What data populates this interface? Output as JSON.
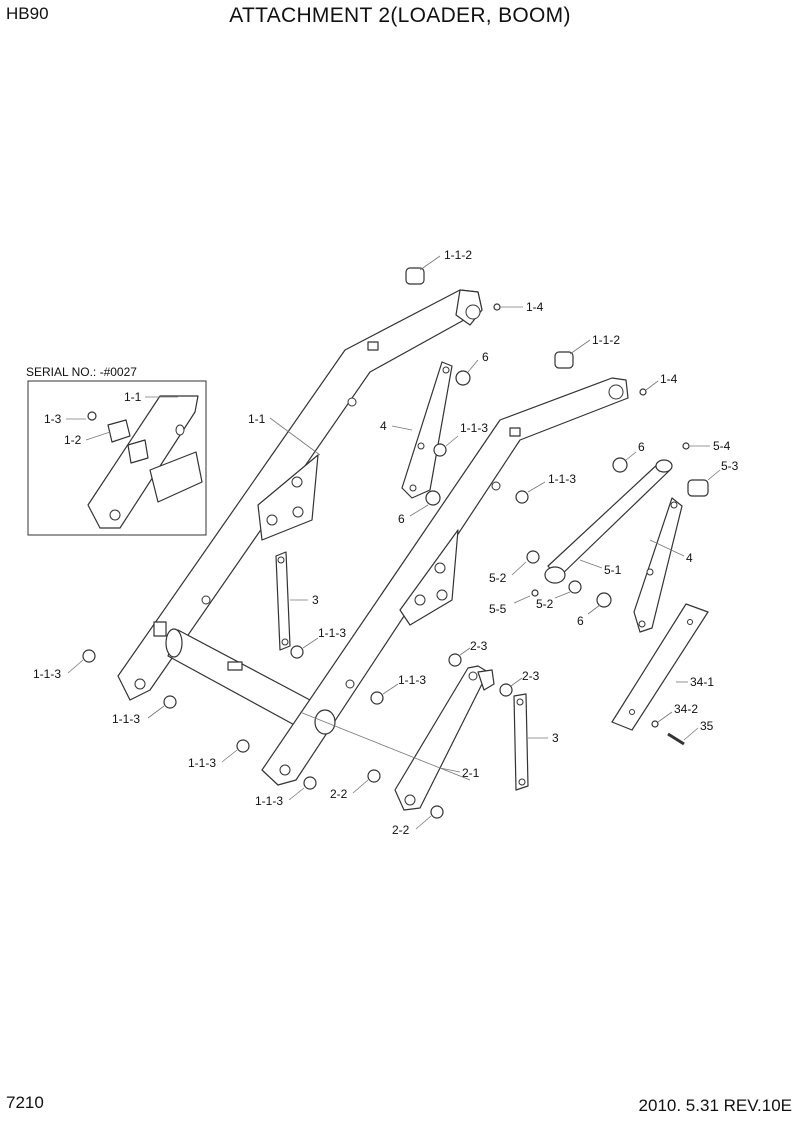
{
  "header": {
    "model": "HB90",
    "title": "ATTACHMENT 2(LOADER, BOOM)"
  },
  "footer": {
    "page_number": "7210",
    "revision": "2010. 5.31  REV.10E"
  },
  "inset": {
    "serial_label": "SERIAL NO.: -#0027",
    "callouts": {
      "boom": "1-1",
      "bolt": "1-3",
      "plate": "1-2"
    }
  },
  "callouts": {
    "bushing_top_left": "1-1-2",
    "grease_top_left": "1-4",
    "bushing_top_right": "1-1-2",
    "grease_top_right": "1-4",
    "boom_left": "1-1",
    "link_left": "4",
    "link_left_bottom_washer": "6",
    "link_left_top_washer": "6",
    "bush_mid": "1-1-3",
    "washer_right": "6",
    "fitting_54": "5-4",
    "pin_53": "5-3",
    "bush_mid_right": "1-1-3",
    "link_right": "4",
    "rod_51": "5-1",
    "clevis_52a": "5-2",
    "clevis_52b": "5-2",
    "nipple_55": "5-5",
    "washer_right_low": "6",
    "link_3_left": "3",
    "bush_center_left": "1-1-3",
    "bush_23a": "2-3",
    "bush_23b": "2-3",
    "bush_center": "1-1-3",
    "link_3_right": "3",
    "rail_341": "34-1",
    "bolt_342": "34-2",
    "pin_35": "35",
    "bush_lower_left_a": "1-1-3",
    "bush_lower_left_b": "1-1-3",
    "bush_bottom_a": "1-1-3",
    "bush_bottom_b": "1-1-3",
    "bush_22a": "2-2",
    "bush_22b": "2-2",
    "lever_21": "2-1"
  }
}
